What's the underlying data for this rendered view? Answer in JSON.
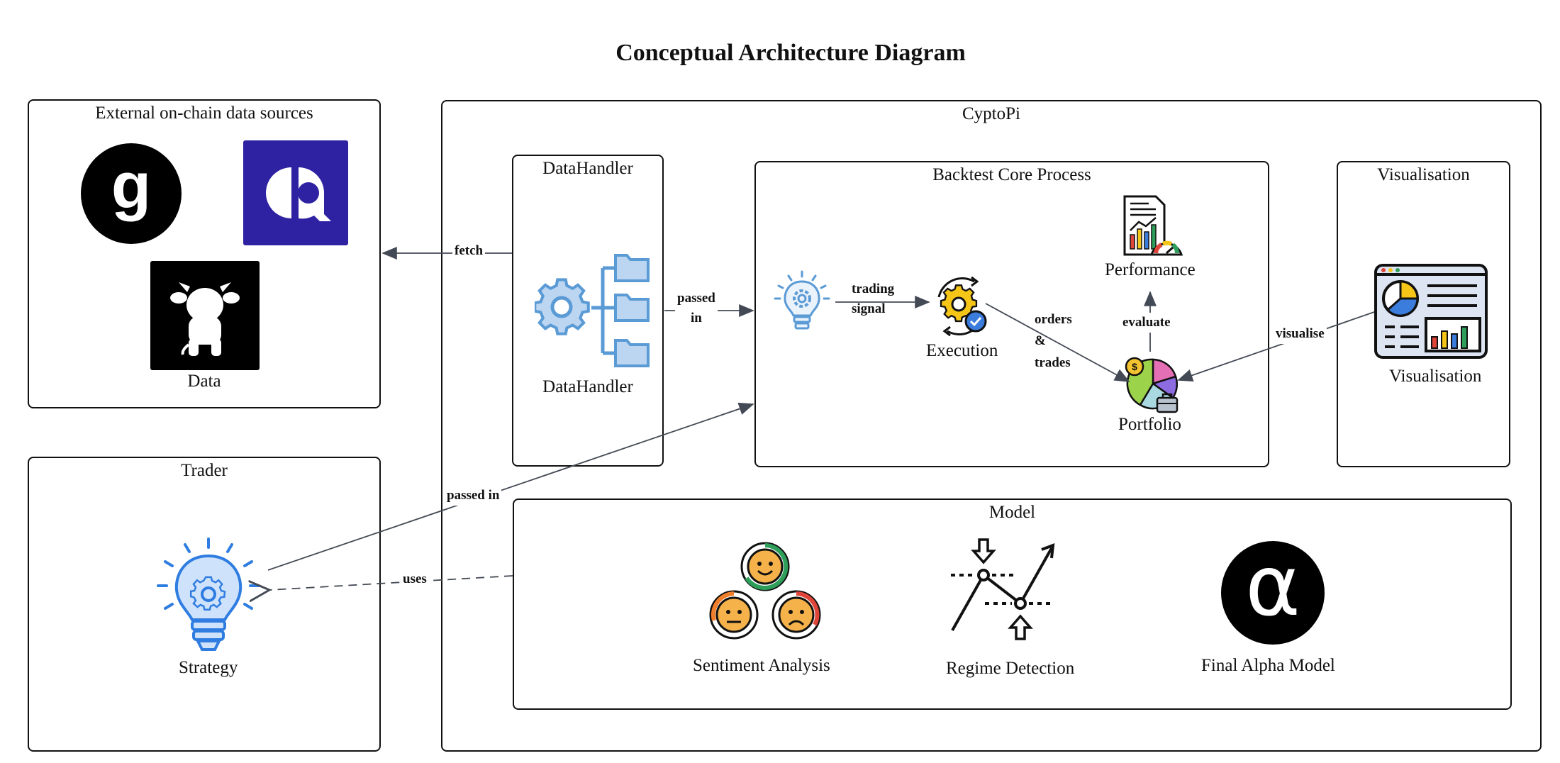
{
  "title": "Conceptual Architecture Diagram",
  "external": {
    "title": "External on-chain data sources",
    "logo_g_text": "g",
    "data_label": "Data"
  },
  "trader": {
    "title": "Trader",
    "strategy_label": "Strategy"
  },
  "cyptopi": {
    "title": "CyptoPi",
    "datahandler": {
      "title": "DataHandler",
      "label": "DataHandler"
    },
    "core": {
      "title": "Backtest Core Process",
      "execution": "Execution",
      "performance": "Performance",
      "portfolio": "Portfolio"
    },
    "visualisation": {
      "title": "Visualisation",
      "label": "Visualisation"
    },
    "model": {
      "title": "Model",
      "sentiment": "Sentiment Analysis",
      "regime": "Regime Detection",
      "alpha": "Final Alpha Model",
      "alpha_symbol": "α"
    }
  },
  "edges": {
    "fetch": "fetch",
    "passed_in_1": "passed",
    "passed_in_2": "in",
    "trading_signal_1": "trading",
    "trading_signal_2": "signal",
    "orders_1": "orders",
    "orders_2": "&",
    "orders_3": "trades",
    "evaluate": "evaluate",
    "visualise": "visualise",
    "passed_in_strategy": "passed in",
    "uses": "uses"
  },
  "colors": {
    "ink": "#111111",
    "arrow": "#444a55",
    "icon_blue": "#5b9bd5",
    "icon_light_blue": "#bcd6f2",
    "logo_purple": "#2e22a2",
    "performance_green": "#2e9e5b",
    "pie_green": "#9bd44a",
    "pie_pink": "#e56fb5",
    "pie_purple": "#8d6be0",
    "coin_yellow": "#f4c430",
    "face_orange": "#f6b24a"
  }
}
